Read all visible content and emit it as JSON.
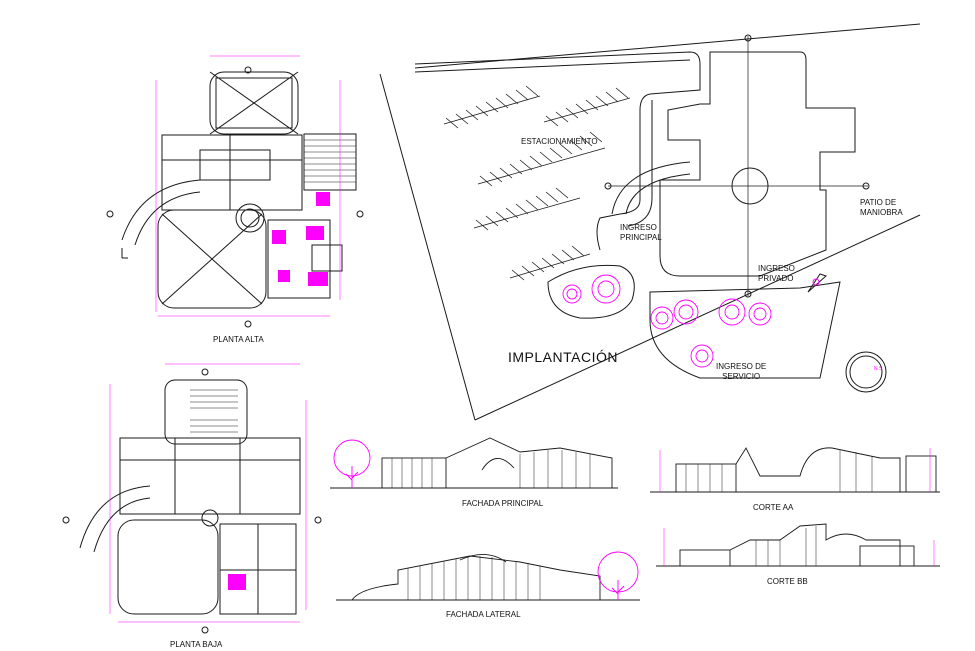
{
  "drawing": {
    "site_title": "IMPLANTACIÓN",
    "site_labels": {
      "parking": "ESTACIONAMIENTO",
      "main_entrance": "INGRESO\nPRINCIPAL",
      "maneuver_yard": "PATIO DE\nMANIOBRA",
      "private_entrance": "INGRESO\nPRIVADO",
      "service_entrance": "INGRESO DE\nSERVICIO"
    },
    "upper_plan_title": "PLANTA ALTA",
    "ground_plan_title": "PLANTA BAJA",
    "main_facade_title": "FACHADA PRINCIPAL",
    "side_facade_title": "FACHADA LATERAL",
    "section_aa_title": "CORTE AA",
    "section_bb_title": "CORTE BB",
    "compass_letters": "N S"
  },
  "colors": {
    "line": "#1a1a1a",
    "accent": "#ff00ff",
    "dim": "#ff00ff"
  }
}
